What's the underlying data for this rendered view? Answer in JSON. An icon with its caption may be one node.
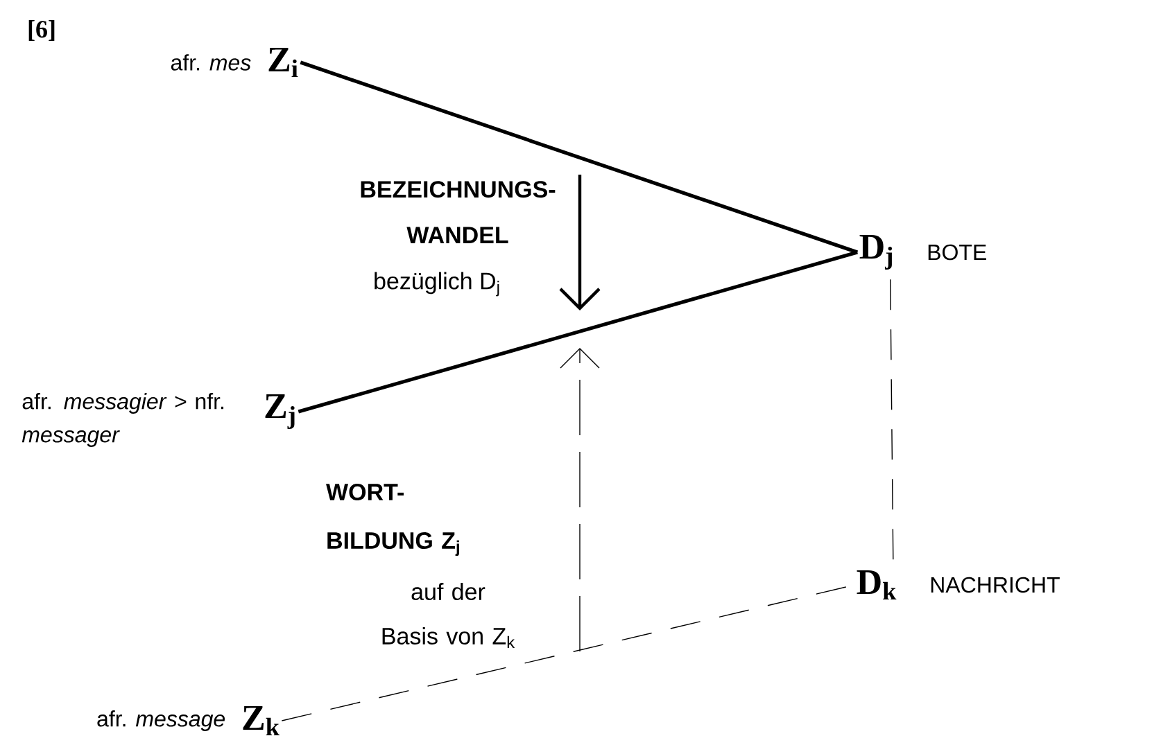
{
  "diagram": {
    "nodes": [
      {
        "text": [
          "Z$_{i}$"
        ],
        "beside": [
          "afr. *mes*"
        ]
      },
      {
        "text": [
          "Z$_{j}$"
        ],
        "beside": [
          "afr. *messagier* > nfr. *messager*"
        ]
      },
      {
        "text": [
          "Z$_{k}$"
        ],
        "beside": [
          "afr. *message*"
        ]
      },
      {
        "text": [
          "D$_{j}$"
        ],
        "beside": [
          "BOTE"
        ]
      },
      {
        "text": [
          "D$_{k}$"
        ],
        "beside": [
          "NACHRICHT"
        ]
      }
    ],
    "edges": [
      {
        "from": 0,
        "to": 3,
        "arrow": "none",
        "style": "thick"
      },
      {
        "from": 1,
        "to": 3,
        "arrow": "none",
        "style": "thick"
      },
      {
        "from": 2,
        "to": 4,
        "arrow": "none",
        "style": "dashed"
      },
      {
        "from": 3,
        "to": 4,
        "arrow": "none",
        "style": "dashed"
      }
    ],
    "labels": [
      "[6]",
      "BEZEICHNUNGS- WANDEL",
      "bezüglich D$_{j}$",
      "WORT- BILDUNG Z$_{j}$",
      "auf der Basis von Z$_{k}$"
    ]
  }
}
